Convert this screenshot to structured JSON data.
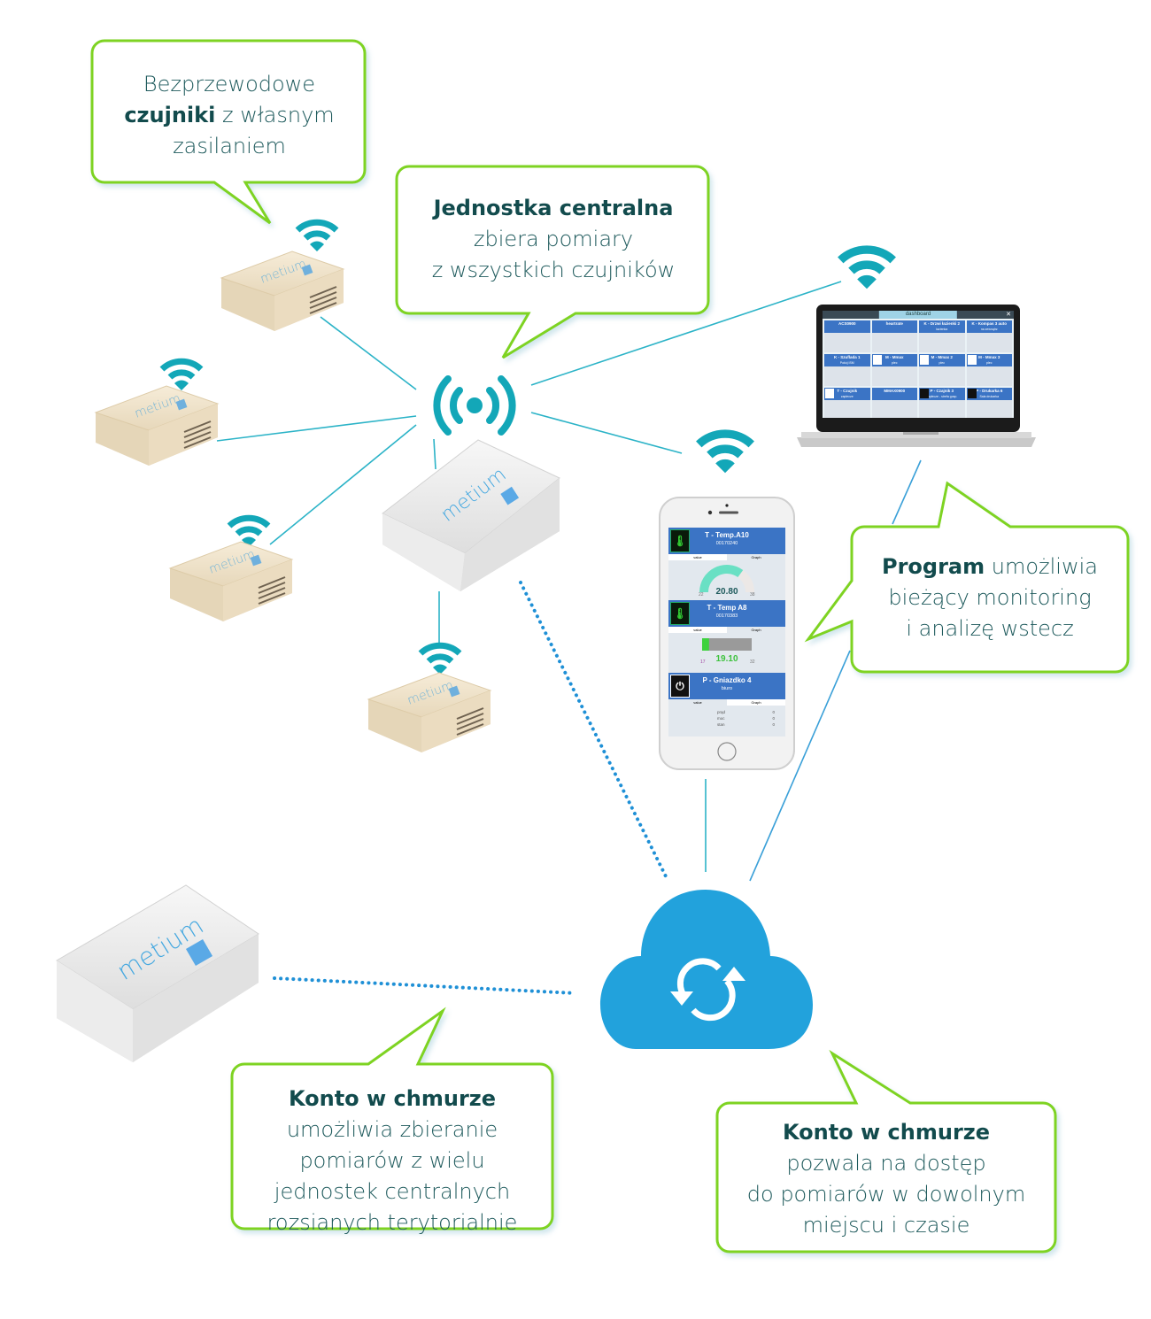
{
  "colors": {
    "bubble_border": "#7ed321",
    "text_dark": "#124b4d",
    "connector": "#2bb3c7",
    "wifi": "#13a7b8",
    "cloud": "#22a2dc",
    "dotted": "#1f90d6"
  },
  "bubbles": {
    "sensors": {
      "lines": [
        {
          "pre": "",
          "bold": "",
          "post": "Bezprzewodowe"
        },
        {
          "pre": "",
          "bold": "czujniki",
          "post": " z własnym"
        },
        {
          "pre": "",
          "bold": "",
          "post": "zasilaniem"
        }
      ]
    },
    "central": {
      "lines": [
        {
          "pre": "",
          "bold": "Jednostka centralna",
          "post": ""
        },
        {
          "pre": "",
          "bold": "",
          "post": "zbiera pomiary"
        },
        {
          "pre": "",
          "bold": "",
          "post": "z wszystkich czujników"
        }
      ]
    },
    "program": {
      "lines": [
        {
          "pre": "",
          "bold": "Program",
          "post": " umożliwia"
        },
        {
          "pre": "",
          "bold": "",
          "post": "bieżący monitoring"
        },
        {
          "pre": "",
          "bold": "",
          "post": "i analizę wstecz"
        }
      ]
    },
    "cloud_collect": {
      "lines": [
        {
          "pre": "",
          "bold": "Konto w chmurze",
          "post": ""
        },
        {
          "pre": "",
          "bold": "",
          "post": "umożliwia zbieranie"
        },
        {
          "pre": "",
          "bold": "",
          "post": "pomiarów z wielu"
        },
        {
          "pre": "",
          "bold": "",
          "post": "jednostek centralnych"
        },
        {
          "pre": "",
          "bold": "",
          "post": "rozsianych terytorialnie"
        }
      ]
    },
    "cloud_access": {
      "lines": [
        {
          "pre": "",
          "bold": "Konto w chmurze",
          "post": ""
        },
        {
          "pre": "",
          "bold": "",
          "post": "pozwala na dostęp"
        },
        {
          "pre": "",
          "bold": "",
          "post": "do pomiarów w dowolnym"
        },
        {
          "pre": "",
          "bold": "",
          "post": "miejscu i czasie"
        }
      ]
    }
  },
  "devices": {
    "brand_label": "metium",
    "sensors": [
      "sensor-1",
      "sensor-2",
      "sensor-3",
      "sensor-4"
    ],
    "central_units": [
      "central-unit-main",
      "central-unit-remote"
    ]
  },
  "laptop": {
    "window_title": "dashboard",
    "close_glyph": "✕",
    "tiles": [
      {
        "title": "ACS0900",
        "sub": "",
        "icon": ""
      },
      {
        "title": "heartrate",
        "sub": "",
        "icon": ""
      },
      {
        "title": "K - Drzwi łazienki 2",
        "sub": "łazienka",
        "icon": ""
      },
      {
        "title": "K - Kompas 3 auto",
        "sub": "na zewnątrz",
        "icon": ""
      },
      {
        "title": "K - Szuflada 1",
        "sub": "Pokój ISM",
        "icon": ""
      },
      {
        "title": "M - Mmax",
        "sub": "plec",
        "icon": "thermo"
      },
      {
        "title": "M - Mmax 2",
        "sub": "plec",
        "icon": "thermo"
      },
      {
        "title": "M - Mmax 3",
        "sub": "plec",
        "icon": "thermo"
      },
      {
        "title": "T - Czujnik",
        "sub": "zaplecze",
        "icon": "thermo"
      },
      {
        "title": "MMAX0900",
        "sub": "",
        "icon": ""
      },
      {
        "title": "P - Czajnik 3",
        "sub": "zaplecze - strefa gosp.",
        "icon": "plug"
      },
      {
        "title": "P - Drukarka 6",
        "sub": "Sala drukarka",
        "icon": "plug"
      }
    ]
  },
  "phone": {
    "cards": [
      {
        "title": "T - Temp.A10",
        "sub": "00170240",
        "tab_value": "value",
        "tab_graph": "Graph",
        "reading": "20.80",
        "min": "22",
        "max": "38",
        "widget": "gauge",
        "fraction": 0.7
      },
      {
        "title": "T - Temp A8",
        "sub": "00170383",
        "tab_value": "value",
        "tab_graph": "Graph",
        "reading": "19.10",
        "min": "17",
        "max": "32",
        "widget": "bar",
        "fraction": 0.14
      },
      {
        "title": "P - Gniazdko 4",
        "sub": "biuro",
        "tab_value": "value",
        "tab_graph": "Graph",
        "rows": [
          {
            "label": "prąd",
            "value": "0"
          },
          {
            "label": "moc",
            "value": "0"
          },
          {
            "label": "stan",
            "value": "0"
          }
        ]
      }
    ]
  }
}
